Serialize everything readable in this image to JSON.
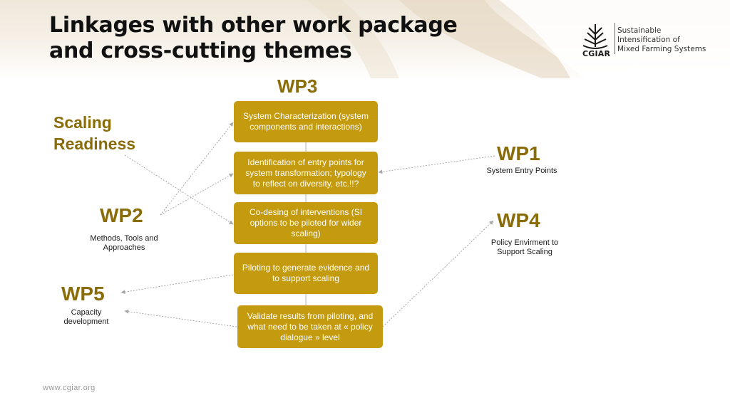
{
  "title": {
    "line1": "Linkages with other work package",
    "line2": "and cross-cutting themes"
  },
  "logo": {
    "wordmark": "CGIAR",
    "program_line1": "Sustainable",
    "program_line2": "Intensification of",
    "program_line3": "Mixed Farming Systems"
  },
  "diagram": {
    "center_heading": "WP3",
    "steps": [
      {
        "line1": "System Characterization (system",
        "line2": "components and interactions)",
        "line3": ""
      },
      {
        "line1": "Identification of entry points for",
        "line2": "system transformation; typology",
        "line3": "to reflect on diversity, etc.!!?"
      },
      {
        "line1": "Co-desing of interventions (SI",
        "line2": "options to be piloted for wider",
        "line3": "scaling)"
      },
      {
        "line1": "Piloting to generate evidence and",
        "line2": "to support scaling",
        "line3": ""
      },
      {
        "line1": "Validate results from piloting, and",
        "line2": "what need to be taken at « policy",
        "line3": "dialogue » level"
      }
    ],
    "scaling_readiness": {
      "line1": "Scaling",
      "line2": "Readiness"
    },
    "wp2": {
      "heading": "WP2",
      "line1": "Methods, Tools and",
      "line2": "Approaches"
    },
    "wp5": {
      "heading": "WP5",
      "line1": "Capacity",
      "line2": "development"
    },
    "wp1": {
      "heading": "WP1",
      "line1": "System Entry Points"
    },
    "wp4": {
      "heading": "WP4",
      "line1": "Policy Envirment to",
      "line2": "Support Scaling"
    }
  },
  "footer": {
    "url": "www.cgiar.org"
  },
  "colors": {
    "box_fill": "#c49a0e",
    "heading_gold": "#8a6d08",
    "arrow_gray": "#a8a8a8"
  }
}
